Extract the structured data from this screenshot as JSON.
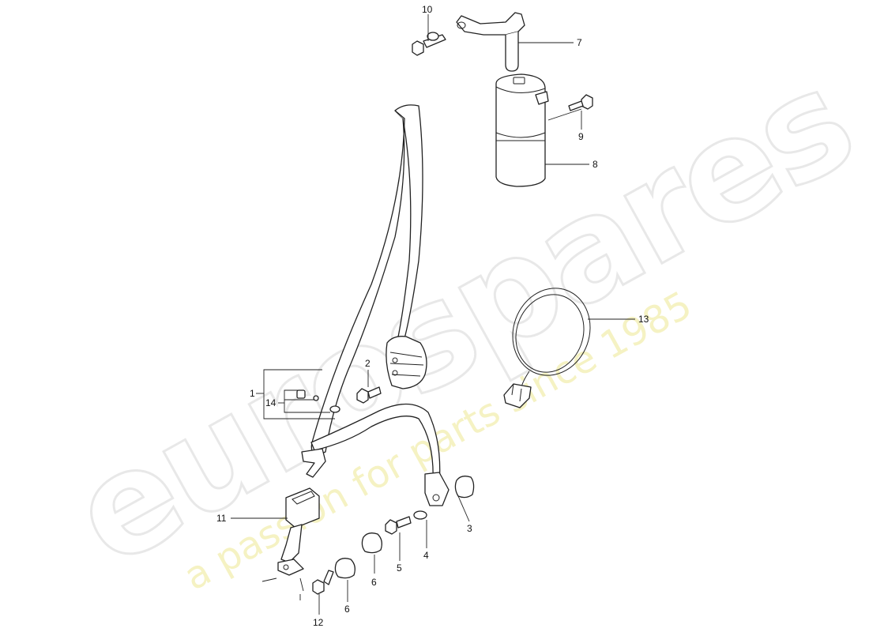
{
  "watermark": {
    "brand": "eurospares",
    "tagline": "a passion for parts since 1985"
  },
  "callouts": {
    "c1": "1",
    "c2": "2",
    "c3": "3",
    "c4": "4",
    "c5": "5",
    "c6a": "6",
    "c6b": "6",
    "c7": "7",
    "c8": "8",
    "c9": "9",
    "c10": "10",
    "c11": "11",
    "c12": "12",
    "c13": "13",
    "c14": "14"
  }
}
